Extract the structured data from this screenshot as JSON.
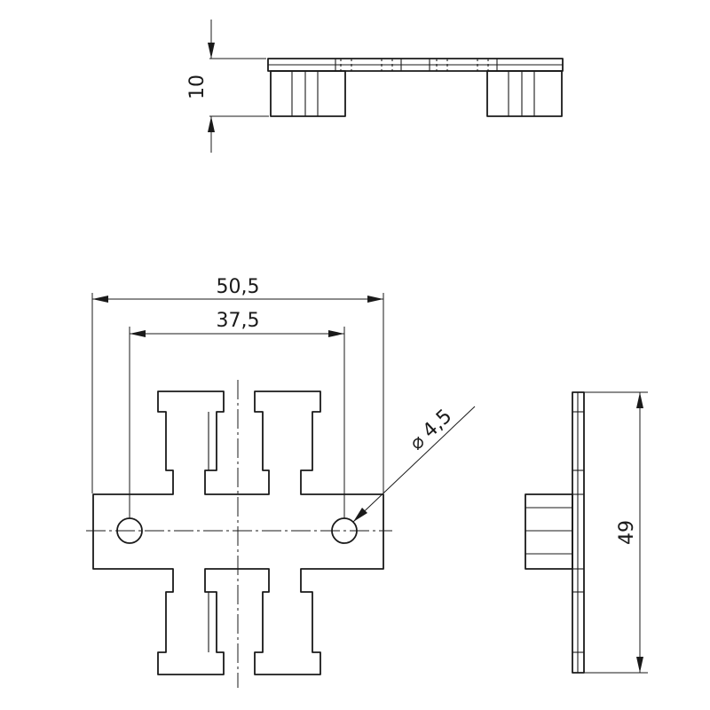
{
  "drawing": {
    "dimensions": {
      "height_top_view": "10",
      "overall_width": "50,5",
      "hole_spacing": "37,5",
      "hole_diameter": "4,5",
      "side_height": "49"
    },
    "diameter_symbol": "⌀",
    "line_color": "#1a1a1a",
    "background": "#ffffff"
  }
}
